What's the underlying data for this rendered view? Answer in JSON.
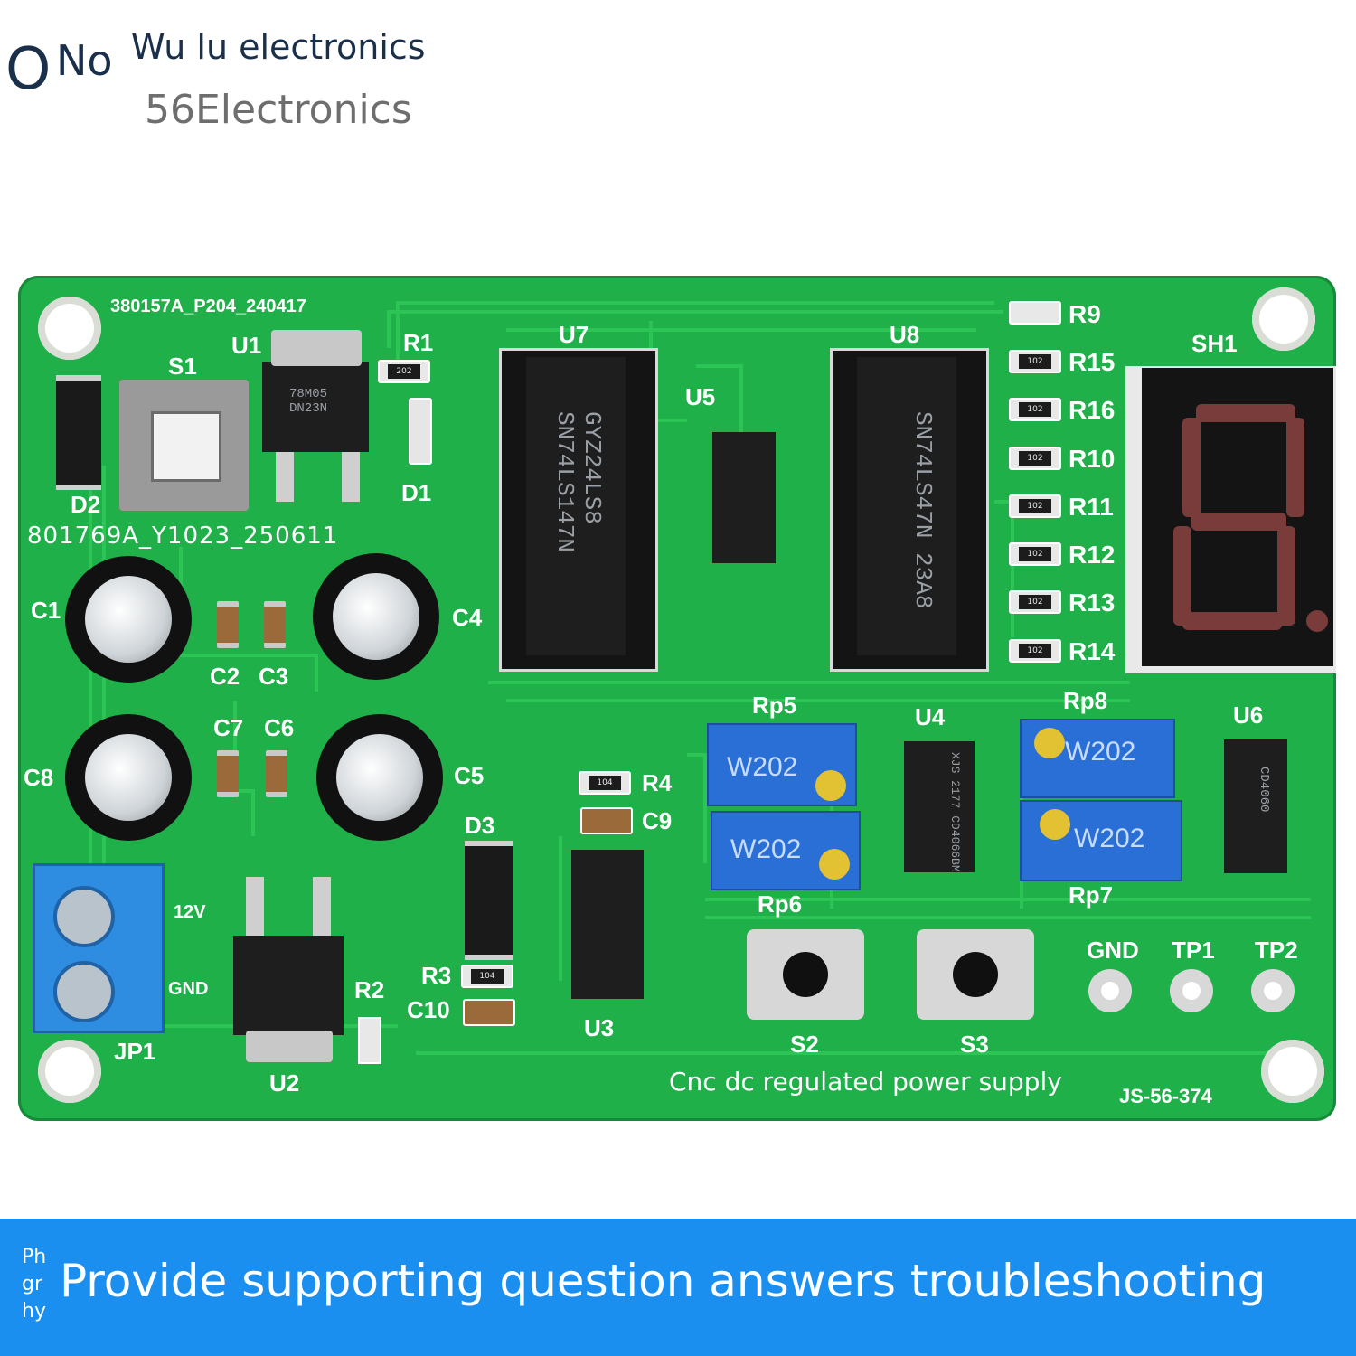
{
  "watermark": {
    "logo_letters": "O",
    "brand_short": "No",
    "brand_name": "Wu lu electronics",
    "brand_sub": "56Electronics"
  },
  "board": {
    "pcb_code_top": "380157A_P204_240417",
    "pcb_code_mid": "801769A_Y1023_250611",
    "title": "Cnc dc regulated power supply",
    "model": "JS-56-374",
    "terminal_labels": [
      "12V",
      "GND"
    ],
    "test_points": [
      "GND",
      "TP1",
      "TP2"
    ],
    "designators": [
      "S1",
      "U1",
      "R1",
      "D2",
      "D1",
      "C1",
      "C2",
      "C3",
      "C4",
      "C7",
      "C6",
      "C8",
      "C5",
      "JP1",
      "U2",
      "R2",
      "D3",
      "R3",
      "C10",
      "R4",
      "C9",
      "U3",
      "U7",
      "U5",
      "U8",
      "R9",
      "R15",
      "R16",
      "R10",
      "R11",
      "R12",
      "R13",
      "R14",
      "SH1",
      "Rp5",
      "U4",
      "Rp8",
      "U6",
      "Rp6",
      "Rp7",
      "S2",
      "S3"
    ],
    "chip_markings": {
      "u1": [
        "78M05",
        "DN23N"
      ],
      "u7": [
        "GYZ24LS8",
        "SN74LS147N"
      ],
      "u8": [
        "SN74LS47N",
        "23A8"
      ],
      "u4": [
        "XJS 2177",
        "CD4066BM"
      ],
      "u6": [
        "CD4060"
      ]
    },
    "pot_marking": "W202",
    "resistor_codes": {
      "r1": "202",
      "r15": "102",
      "r16": "102",
      "r10": "102",
      "r11": "102",
      "r12": "102",
      "r13": "102",
      "r14": "102",
      "r4": "104",
      "r3": "104"
    }
  },
  "banner": {
    "edge_text": [
      "Ph",
      "gr",
      "hy"
    ],
    "text": "Provide supporting question answers troubleshooting"
  },
  "colors": {
    "pcb_green": "#1fb049",
    "pcb_edge": "#168a39",
    "banner_blue": "#1a8ff0",
    "trace_green": "#29c052"
  }
}
